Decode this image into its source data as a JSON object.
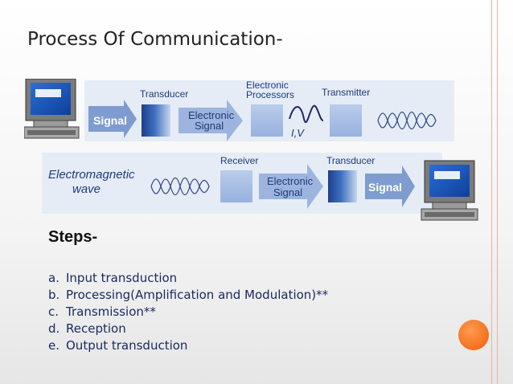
{
  "slide": {
    "title": "Process Of Communication-",
    "steps_heading": "Steps",
    "steps_dash": "-",
    "steps": [
      {
        "letter": "a.",
        "text": "Input transduction"
      },
      {
        "letter": "b.",
        "text": "Processing(Amplification and Modulation)**"
      },
      {
        "letter": "c.",
        "text": "Transmission**"
      },
      {
        "letter": "d.",
        "text": "Reception"
      },
      {
        "letter": "e.",
        "text": "Output transduction"
      }
    ]
  },
  "diagram": {
    "top_row": {
      "signal": "Signal",
      "transducer": "Transducer",
      "electronic_signal_1": "Electronic",
      "electronic_signal_2": "Signal",
      "electronic_processors_1": "Electronic",
      "electronic_processors_2": "Processors",
      "iv_label": "I,V",
      "transmitter": "Transmitter"
    },
    "bottom_row": {
      "em_wave_1": "Electromagnetic",
      "em_wave_2": "wave",
      "receiver": "Receiver",
      "electronic_signal_1": "Electronic",
      "electronic_signal_2": "Signal",
      "transducer": "Transducer",
      "signal": "Signal"
    },
    "colors": {
      "arrow_fill": "#7e9ccf",
      "box_fill": "#a9c0e4",
      "transducer_dark": "#1e3f8a",
      "band": "#e5ecf6",
      "text": "#1e3a78"
    }
  }
}
